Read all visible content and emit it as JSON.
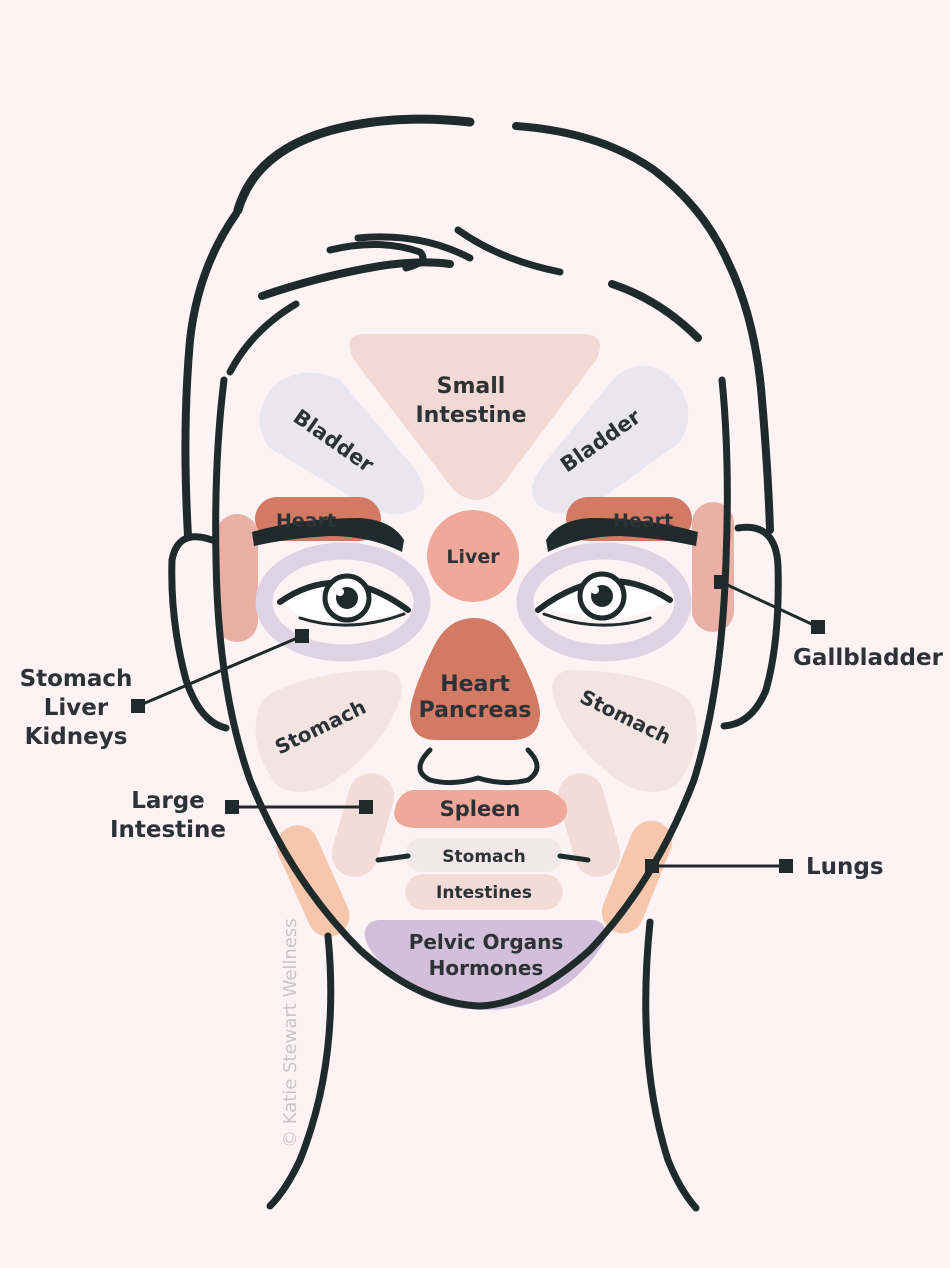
{
  "zones": {
    "small_intestine": [
      "Small",
      "Intestine"
    ],
    "bladder_left": "Bladder",
    "bladder_right": "Bladder",
    "heart_left": "Heart",
    "heart_right": "Heart",
    "liver": "Liver",
    "heart_pancreas": [
      "Heart",
      "Pancreas"
    ],
    "stomach_left": "Stomach",
    "stomach_right": "Stomach",
    "spleen": "Spleen",
    "stomach_mouth": "Stomach",
    "intestines": "Intestines",
    "pelvic": [
      "Pelvic Organs",
      "Hormones"
    ]
  },
  "callouts": {
    "stomach_liver_kidneys": [
      "Stomach",
      "Liver",
      "Kidneys"
    ],
    "large_intestine": [
      "Large",
      "Intestine"
    ],
    "gallbladder": "Gallbladder",
    "lungs": "Lungs"
  },
  "watermark": "© Katie Stewart Wellness",
  "colors": {
    "background": "#fdf3f5",
    "line": "#1f2a2a",
    "peach_light": "#f3d9d4",
    "lavender_light": "#e9e6f0",
    "terracotta": "#d27a64",
    "salmon": "#efa899",
    "rose": "#eab0a6",
    "lavender_ring": "#ddd3e3",
    "beige": "#f2e4e2",
    "orange_peach": "#f6c7ac",
    "purple": "#d4bfdb",
    "pale": "#f1e9e9",
    "pale_pink": "#f3dcd8"
  }
}
